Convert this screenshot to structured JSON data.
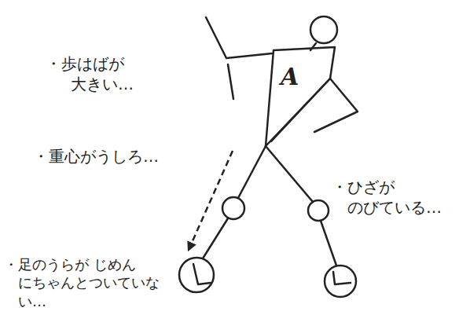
{
  "diagram": {
    "nodes": [
      {
        "text": [
          "A"
        ]
      }
    ],
    "labels": [
      "・歩はばが 大きい…",
      "・重心がうしろ…",
      "・ひざが のびている…",
      "・足のうらが じめん にちゃんとついていな い…"
    ]
  }
}
